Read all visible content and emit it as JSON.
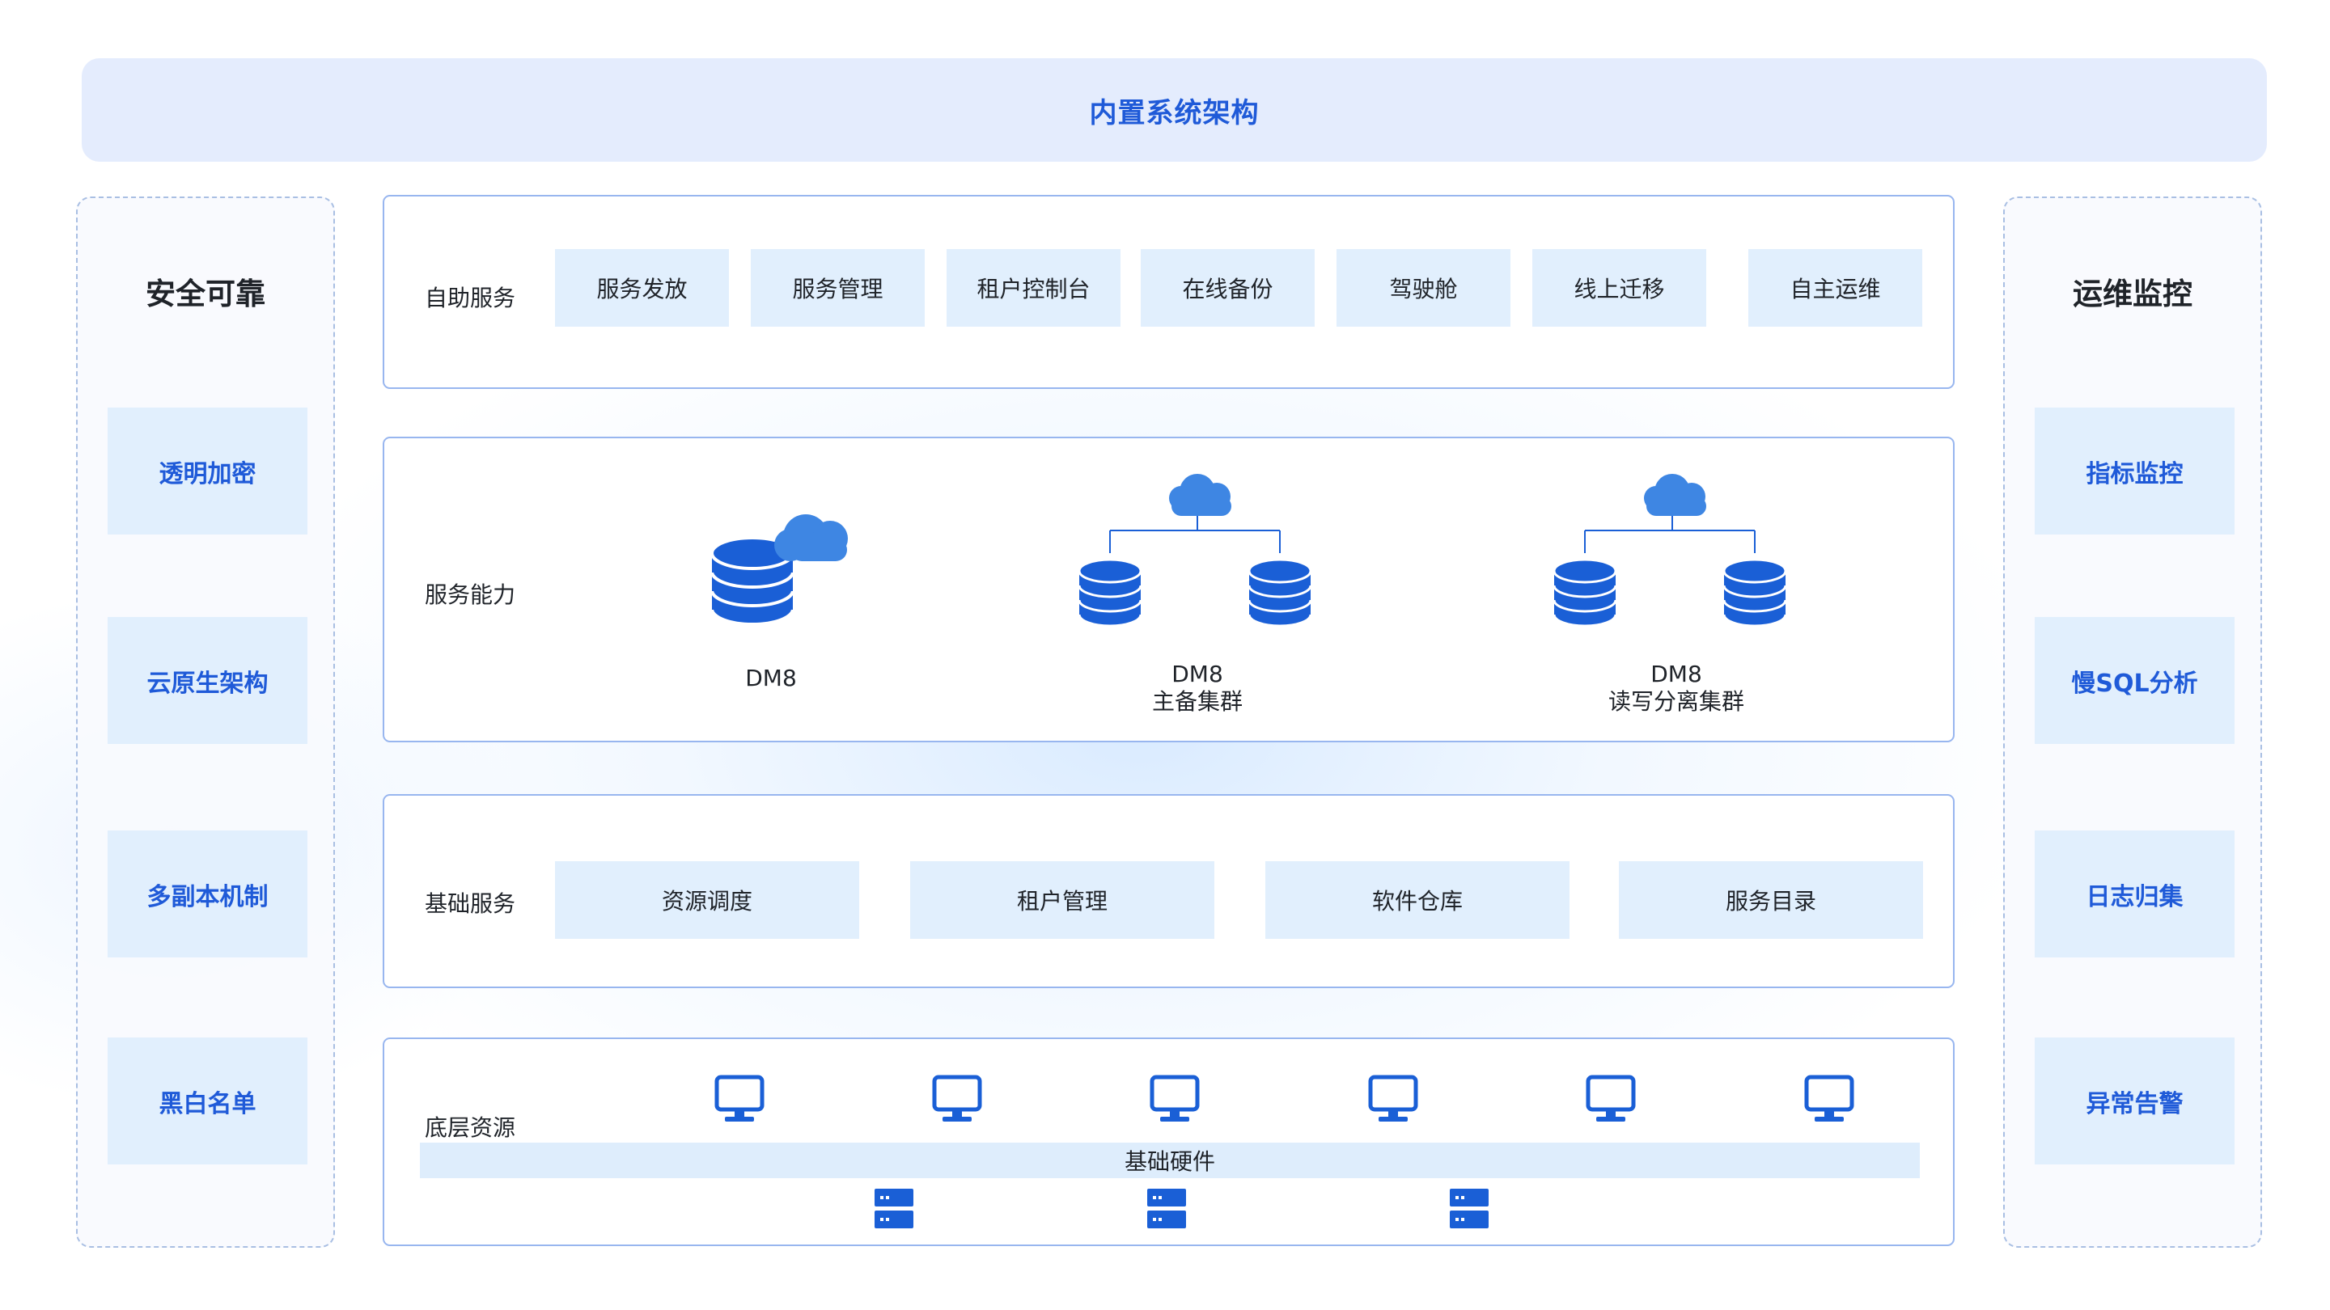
{
  "header": {
    "title": "内置系统架构"
  },
  "left_panel": {
    "title": "安全可靠",
    "items": [
      "透明加密",
      "云原生架构",
      "多副本机制",
      "黑白名单"
    ]
  },
  "right_panel": {
    "title": "运维监控",
    "items": [
      "指标监控",
      "慢SQL分析",
      "日志归集",
      "异常告警"
    ]
  },
  "self_service": {
    "label": "自助服务",
    "items": [
      "服务发放",
      "服务管理",
      "租户控制台",
      "在线备份",
      "驾驶舱",
      "线上迁移",
      "自主运维"
    ]
  },
  "capability": {
    "label": "服务能力",
    "items": [
      {
        "name": "DM8",
        "sub": ""
      },
      {
        "name": "DM8",
        "sub": "主备集群"
      },
      {
        "name": "DM8",
        "sub": "读写分离集群"
      }
    ]
  },
  "base_service": {
    "label": "基础服务",
    "items": [
      "资源调度",
      "租户管理",
      "软件仓库",
      "服务目录"
    ]
  },
  "resources": {
    "label": "底层资源",
    "bar_label": "基础硬件",
    "monitor_count": 6,
    "server_count": 3
  },
  "colors": {
    "accent": "#1f5ad8",
    "icon_blue": "#1a5fd6",
    "cloud_blue": "#3e86e3",
    "cell_bg": "#e1effd",
    "title_bg": "#e4ecfd"
  }
}
